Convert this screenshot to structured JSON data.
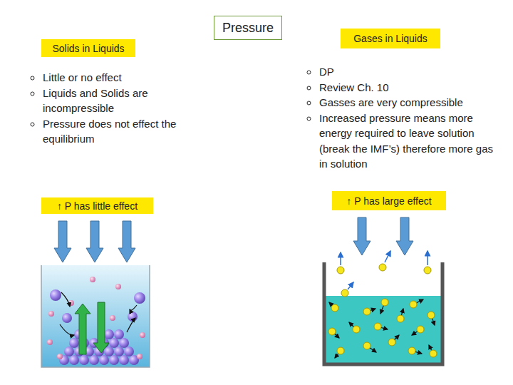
{
  "diagram": {
    "title": "Pressure",
    "nodes": [
      {
        "text": [
          "Solids in Liquids"
        ]
      },
      {
        "text": [
          "Gases in Liquids"
        ]
      },
      {
        "text": [
          "↑ P has little effect"
        ]
      },
      {
        "text": [
          "↑ P has large effect"
        ]
      }
    ],
    "labels": [
      "Little or no effect",
      "Liquids and Solids are incompressible",
      "Pressure does not effect the equilibrium",
      "DP",
      "Review Ch. 10",
      "Gasses are very compressible",
      "Increased pressure means more energy required to leave solution (break the IMF’s) therefore more gas in solution"
    ]
  }
}
